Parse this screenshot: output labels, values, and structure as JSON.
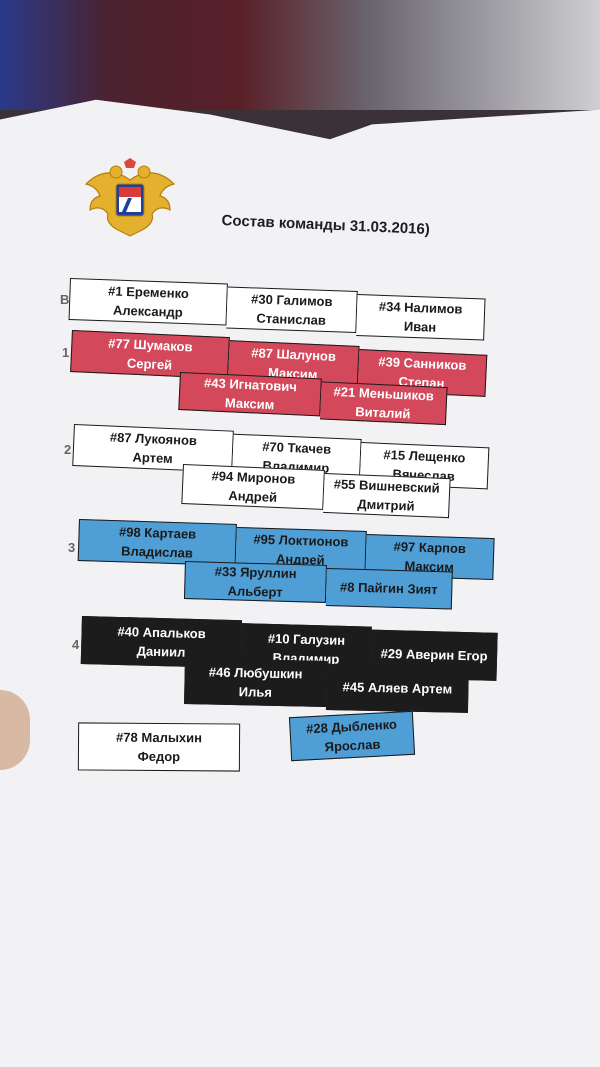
{
  "title": "Состав команды 31.03.2016)",
  "row_labels": [
    "В",
    "1",
    "2",
    "3",
    "4"
  ],
  "lines": [
    {
      "style": "white",
      "cells": [
        "#1 Еременко\nАлександр",
        "#30 Галимов\nСтанислав",
        "#34 Налимов\nИван"
      ]
    },
    {
      "style": "red",
      "cells": [
        "#77 Шумаков\nСергей",
        "#87 Шалунов\nМаксим",
        "#39 Санников\nСтепан"
      ]
    },
    {
      "style": "red",
      "cells": [
        "#43 Игнатович\nМаксим",
        "#21 Меньшиков\nВиталий"
      ]
    },
    {
      "style": "white",
      "cells": [
        "#87 Лукоянов\nАртем",
        "#70 Ткачев\nВладимир",
        "#15 Лещенко\nВячеслав"
      ]
    },
    {
      "style": "white",
      "cells": [
        "#94 Миронов\nАндрей",
        "#55 Вишневский\nДмитрий"
      ]
    },
    {
      "style": "blue",
      "cells": [
        "#98 Картаев\nВладислав",
        "#95 Локтионов\nАндрей",
        "#97 Карпов\nМаксим"
      ]
    },
    {
      "style": "blue",
      "cells": [
        "#33 Яруллин\nАльберт",
        "#8 Пайгин Зият"
      ]
    },
    {
      "style": "black",
      "cells": [
        "#40 Апальков\nДаниил",
        "#10 Галузин\nВладимир",
        "#29 Аверин Егор"
      ]
    },
    {
      "style": "black",
      "cells": [
        "#46 Любушкин\nИлья",
        "#45 Аляев Артем"
      ]
    }
  ],
  "goalies": [
    {
      "style": "white",
      "text": "#78 Малыхин\nФедор"
    },
    {
      "style": "blue",
      "text": "#28 Дыбленко\nЯрослав"
    }
  ],
  "colors": {
    "red": "#d3485a",
    "blue": "#4f9ed6",
    "black": "#1c1c1c",
    "white": "#ffffff"
  },
  "icons": {
    "emblem": "double-headed-eagle-emblem"
  }
}
